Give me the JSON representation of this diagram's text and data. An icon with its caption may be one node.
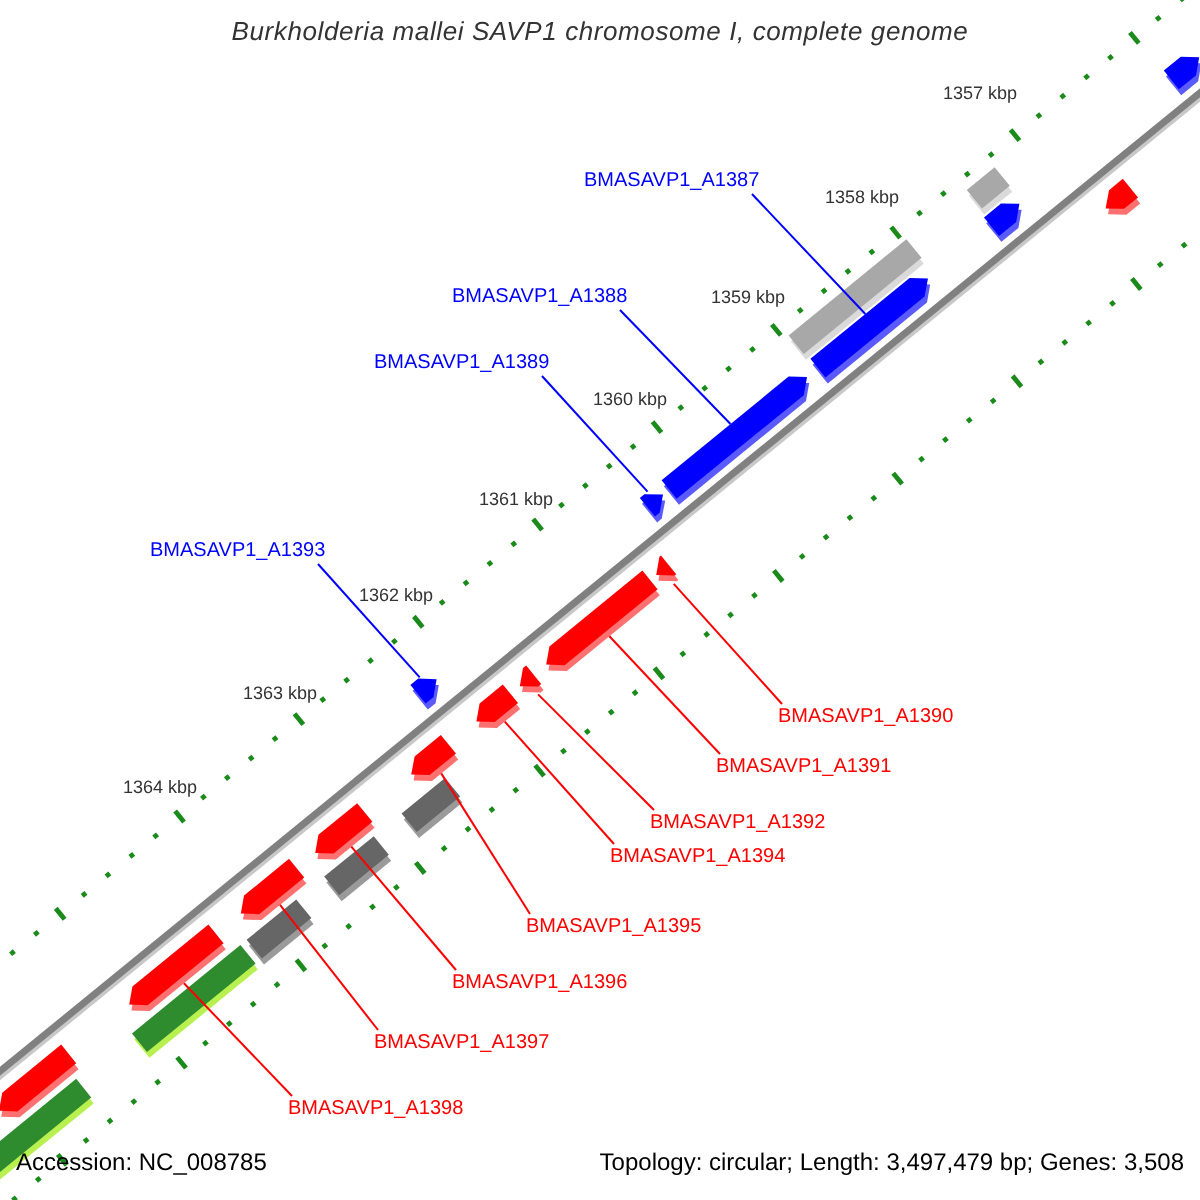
{
  "diagram": {
    "title": "Burkholderia mallei SAVP1 chromosome I, complete genome",
    "nodes": [
      {
        "text": [
          "BMASAVP1_A1387"
        ]
      },
      {
        "text": [
          "BMASAVP1_A1388"
        ]
      },
      {
        "text": [
          "BMASAVP1_A1389"
        ]
      },
      {
        "text": [
          "BMASAVP1_A1393"
        ]
      },
      {
        "text": [
          "BMASAVP1_A1390"
        ]
      },
      {
        "text": [
          "BMASAVP1_A1391"
        ]
      },
      {
        "text": [
          "BMASAVP1_A1392"
        ]
      },
      {
        "text": [
          "BMASAVP1_A1394"
        ]
      },
      {
        "text": [
          "BMASAVP1_A1395"
        ]
      },
      {
        "text": [
          "BMASAVP1_A1396"
        ]
      },
      {
        "text": [
          "BMASAVP1_A1397"
        ]
      },
      {
        "text": [
          "BMASAVP1_A1398"
        ]
      },
      {
        "text": [],
        "shape": "pentagon"
      },
      {
        "text": [],
        "shape": "pentagon"
      },
      {
        "text": [],
        "shape": "pentagon"
      },
      {
        "text": [],
        "shape": "pentagon"
      },
      {
        "text": [],
        "shape": "pentagon"
      },
      {
        "text": [],
        "shape": "pentagon"
      },
      {
        "text": [],
        "shape": "pentagon"
      },
      {
        "text": [],
        "shape": "pentagon"
      },
      {
        "text": [],
        "shape": "pentagon"
      },
      {
        "text": [],
        "shape": "pentagon"
      },
      {
        "text": [],
        "shape": "pentagon"
      },
      {
        "text": [],
        "shape": "pentagon"
      }
    ],
    "edges": [
      {
        "from": 0,
        "to": 12,
        "arrow": "none",
        "color": "#0000ff"
      },
      {
        "from": 1,
        "to": 13,
        "arrow": "none",
        "color": "#0000ff"
      },
      {
        "from": 2,
        "to": 14,
        "arrow": "none",
        "color": "#0000ff"
      },
      {
        "from": 3,
        "to": 15,
        "arrow": "none",
        "color": "#0000ff"
      },
      {
        "from": 4,
        "to": 16,
        "arrow": "none"
      },
      {
        "from": 5,
        "to": 17,
        "arrow": "none"
      },
      {
        "from": 6,
        "to": 18,
        "arrow": "none"
      },
      {
        "from": 7,
        "to": 19,
        "arrow": "none"
      },
      {
        "from": 8,
        "to": 20,
        "arrow": "none"
      },
      {
        "from": 9,
        "to": 21,
        "arrow": "none"
      },
      {
        "from": 10,
        "to": 22,
        "arrow": "none"
      },
      {
        "from": 11,
        "to": 23,
        "arrow": "none"
      }
    ],
    "labels": [
      "1357 kbp",
      "1358 kbp",
      "1359 kbp",
      "1360 kbp",
      "1361 kbp",
      "1362 kbp",
      "1363 kbp",
      "1364 kbp",
      "Accession: NC_008785",
      "Topology: circular; Length: 3,497,479 bp; Genes: 3,508"
    ]
  }
}
